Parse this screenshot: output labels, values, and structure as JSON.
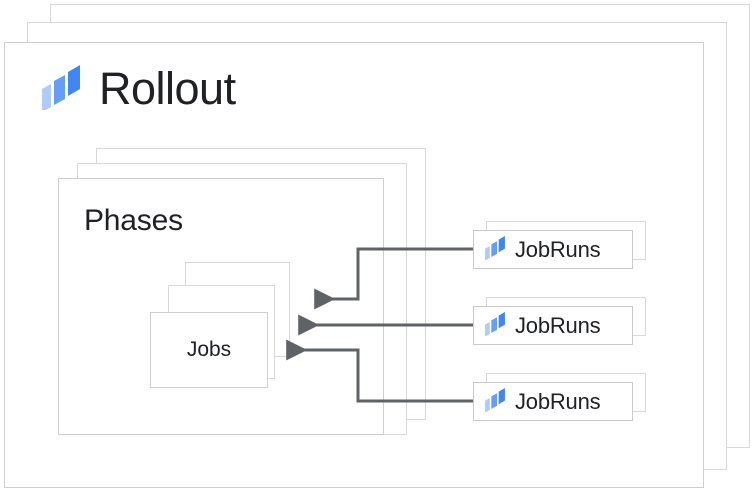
{
  "diagram": {
    "type": "nested-resource-hierarchy",
    "background_color": "#ffffff",
    "accent_colors": {
      "icon_dark_blue": "#4285f4",
      "icon_mid_blue": "#669df6",
      "icon_light_blue": "#aecbfa",
      "card_border": "#cfcfcf",
      "ghost_card_border": "#d8d8d8",
      "connector_line": "#5f6368",
      "text": "#202124"
    }
  },
  "rollout": {
    "title": "Rollout",
    "icon": "rollout-stacked-parallelograms-icon",
    "stack_count": 3
  },
  "phases": {
    "title": "Phases",
    "stack_count": 3
  },
  "jobs": {
    "title": "Jobs",
    "stack_count": 3
  },
  "jobruns": [
    {
      "label": "JobRuns",
      "icon": "jobrun-stacked-parallelograms-icon",
      "stack_count": 2
    },
    {
      "label": "JobRuns",
      "icon": "jobrun-stacked-parallelograms-icon",
      "stack_count": 2
    },
    {
      "label": "JobRuns",
      "icon": "jobrun-stacked-parallelograms-icon",
      "stack_count": 2
    }
  ],
  "connectors": [
    {
      "from": "jobruns-1",
      "to": "jobs",
      "style": "elbow-arrow"
    },
    {
      "from": "jobruns-2",
      "to": "jobs",
      "style": "straight-arrow"
    },
    {
      "from": "jobruns-3",
      "to": "jobs",
      "style": "elbow-arrow"
    }
  ]
}
